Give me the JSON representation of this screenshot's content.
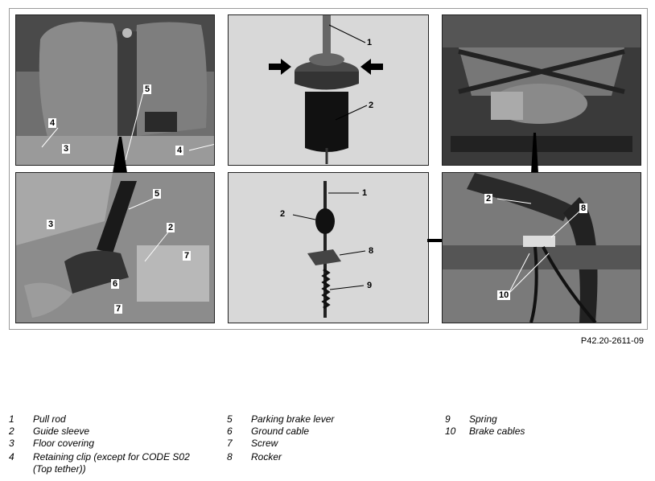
{
  "figure": {
    "reference": "P42.20-2611-09",
    "callouts": {
      "p1": [
        "5",
        "4",
        "3",
        "4"
      ],
      "p2": [
        "1",
        "2"
      ],
      "p3": [],
      "p4": [
        "5",
        "3",
        "2",
        "7",
        "6",
        "7"
      ],
      "p5": [
        "1",
        "2",
        "8",
        "9"
      ],
      "p6": [
        "2",
        "8",
        "10"
      ]
    }
  },
  "legend": [
    {
      "num": "1",
      "text": "Pull rod"
    },
    {
      "num": "2",
      "text": "Guide sleeve"
    },
    {
      "num": "3",
      "text": "Floor covering"
    },
    {
      "num": "4",
      "text": "Retaining clip (except for CODE S02 (Top tether))"
    },
    {
      "num": "5",
      "text": "Parking brake lever"
    },
    {
      "num": "6",
      "text": "Ground cable"
    },
    {
      "num": "7",
      "text": "Screw"
    },
    {
      "num": "8",
      "text": "Rocker"
    },
    {
      "num": "9",
      "text": "Spring"
    },
    {
      "num": "10",
      "text": "Brake cables"
    }
  ]
}
